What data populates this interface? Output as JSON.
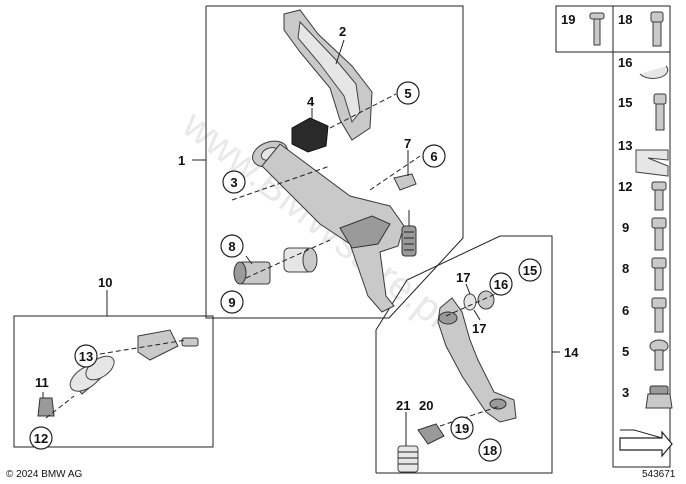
{
  "callouts": {
    "n1": "1",
    "n2": "2",
    "n3": "3",
    "n4": "4",
    "n5": "5",
    "n6": "6",
    "n7": "7",
    "n8": "8",
    "n9": "9",
    "n10": "10",
    "n11": "11",
    "n12": "12",
    "n13": "13",
    "n14": "14",
    "n15": "15",
    "n16": "16",
    "n17a": "17",
    "n17b": "17",
    "n18": "18",
    "n19": "19",
    "n20": "20",
    "n21": "21"
  },
  "side_panel": {
    "top_left": "19",
    "top_right": "18",
    "items": [
      "16",
      "15",
      "13",
      "12",
      "9",
      "8",
      "6",
      "5",
      "3"
    ]
  },
  "footer": {
    "copyright": "© 2024 BMW AG",
    "diagram_id": "543671"
  },
  "watermark": "www.BMWstore.pl",
  "colors": {
    "line": "#222222",
    "part": "#c9c9c9",
    "rubber": "#2a2a2a"
  }
}
